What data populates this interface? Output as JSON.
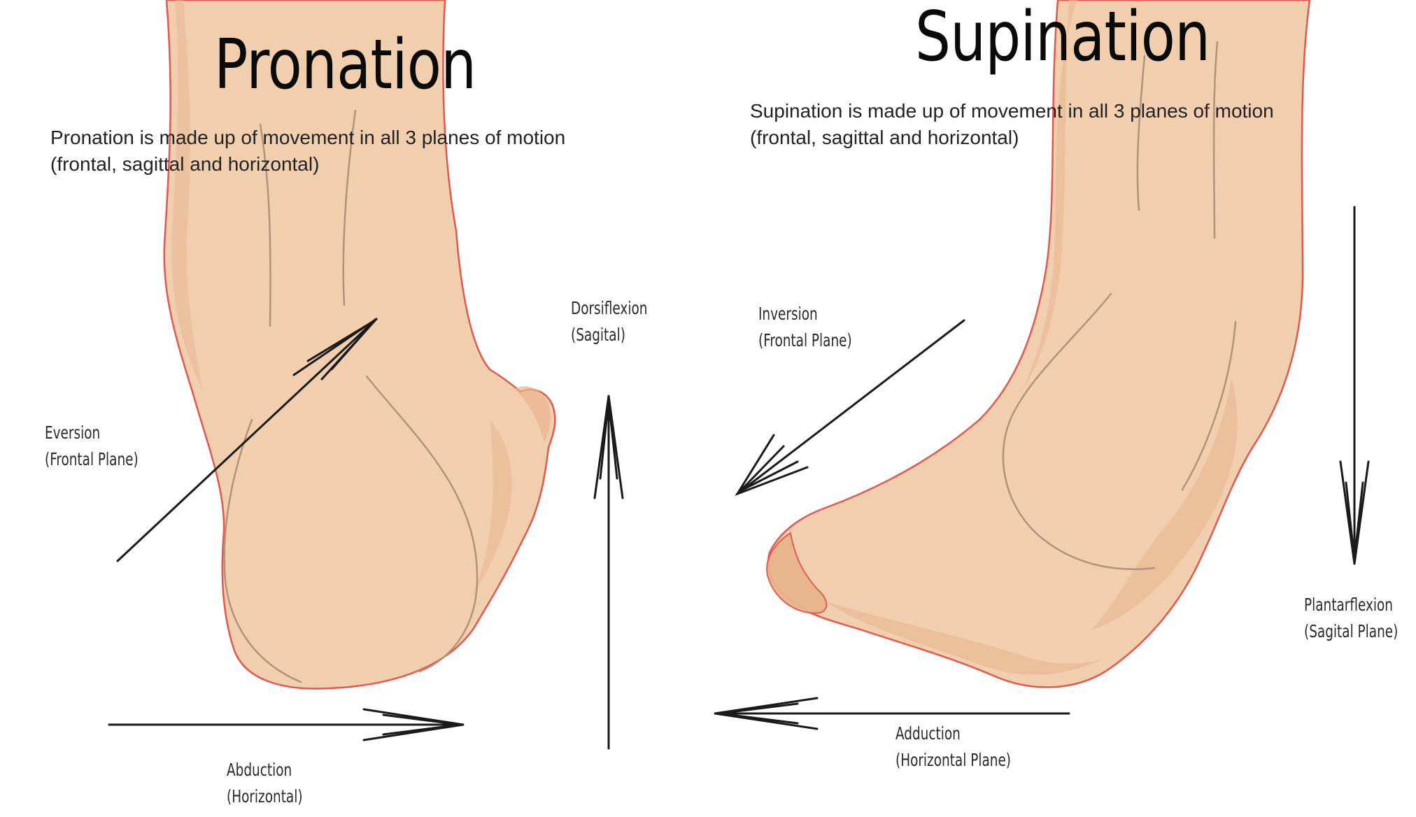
{
  "pronation": {
    "title": "Pronation",
    "description_line1": "Pronation is made up of movement in all 3 planes of motion",
    "description_line2": "(frontal, sagittal and horizontal)"
  },
  "supination": {
    "title": "Supination",
    "description_line1": "Supination is made up of movement in all 3 planes of motion",
    "description_line2": "(frontal, sagittal and horizontal)"
  },
  "labels": {
    "eversion": {
      "line1": "Eversion",
      "line2": "(Frontal Plane)"
    },
    "dorsiflexion": {
      "line1": "Dorsiflexion",
      "line2": "(Sagital)"
    },
    "abduction": {
      "line1": "Abduction",
      "line2": "(Horizontal)"
    },
    "inversion": {
      "line1": "Inversion",
      "line2": "(Frontal Plane)"
    },
    "plantarflexion": {
      "line1": "Plantarflexion",
      "line2": "(Sagital Plane)"
    },
    "adduction": {
      "line1": "Adduction",
      "line2": "(Horizontal Plane)"
    }
  },
  "colors": {
    "skin": "#f1cfae",
    "skin_shadow": "#e8b48c",
    "outline": "#e0584f",
    "crease": "#b3927a",
    "arrow": "#1a1a1a",
    "background": "#ffffff"
  }
}
